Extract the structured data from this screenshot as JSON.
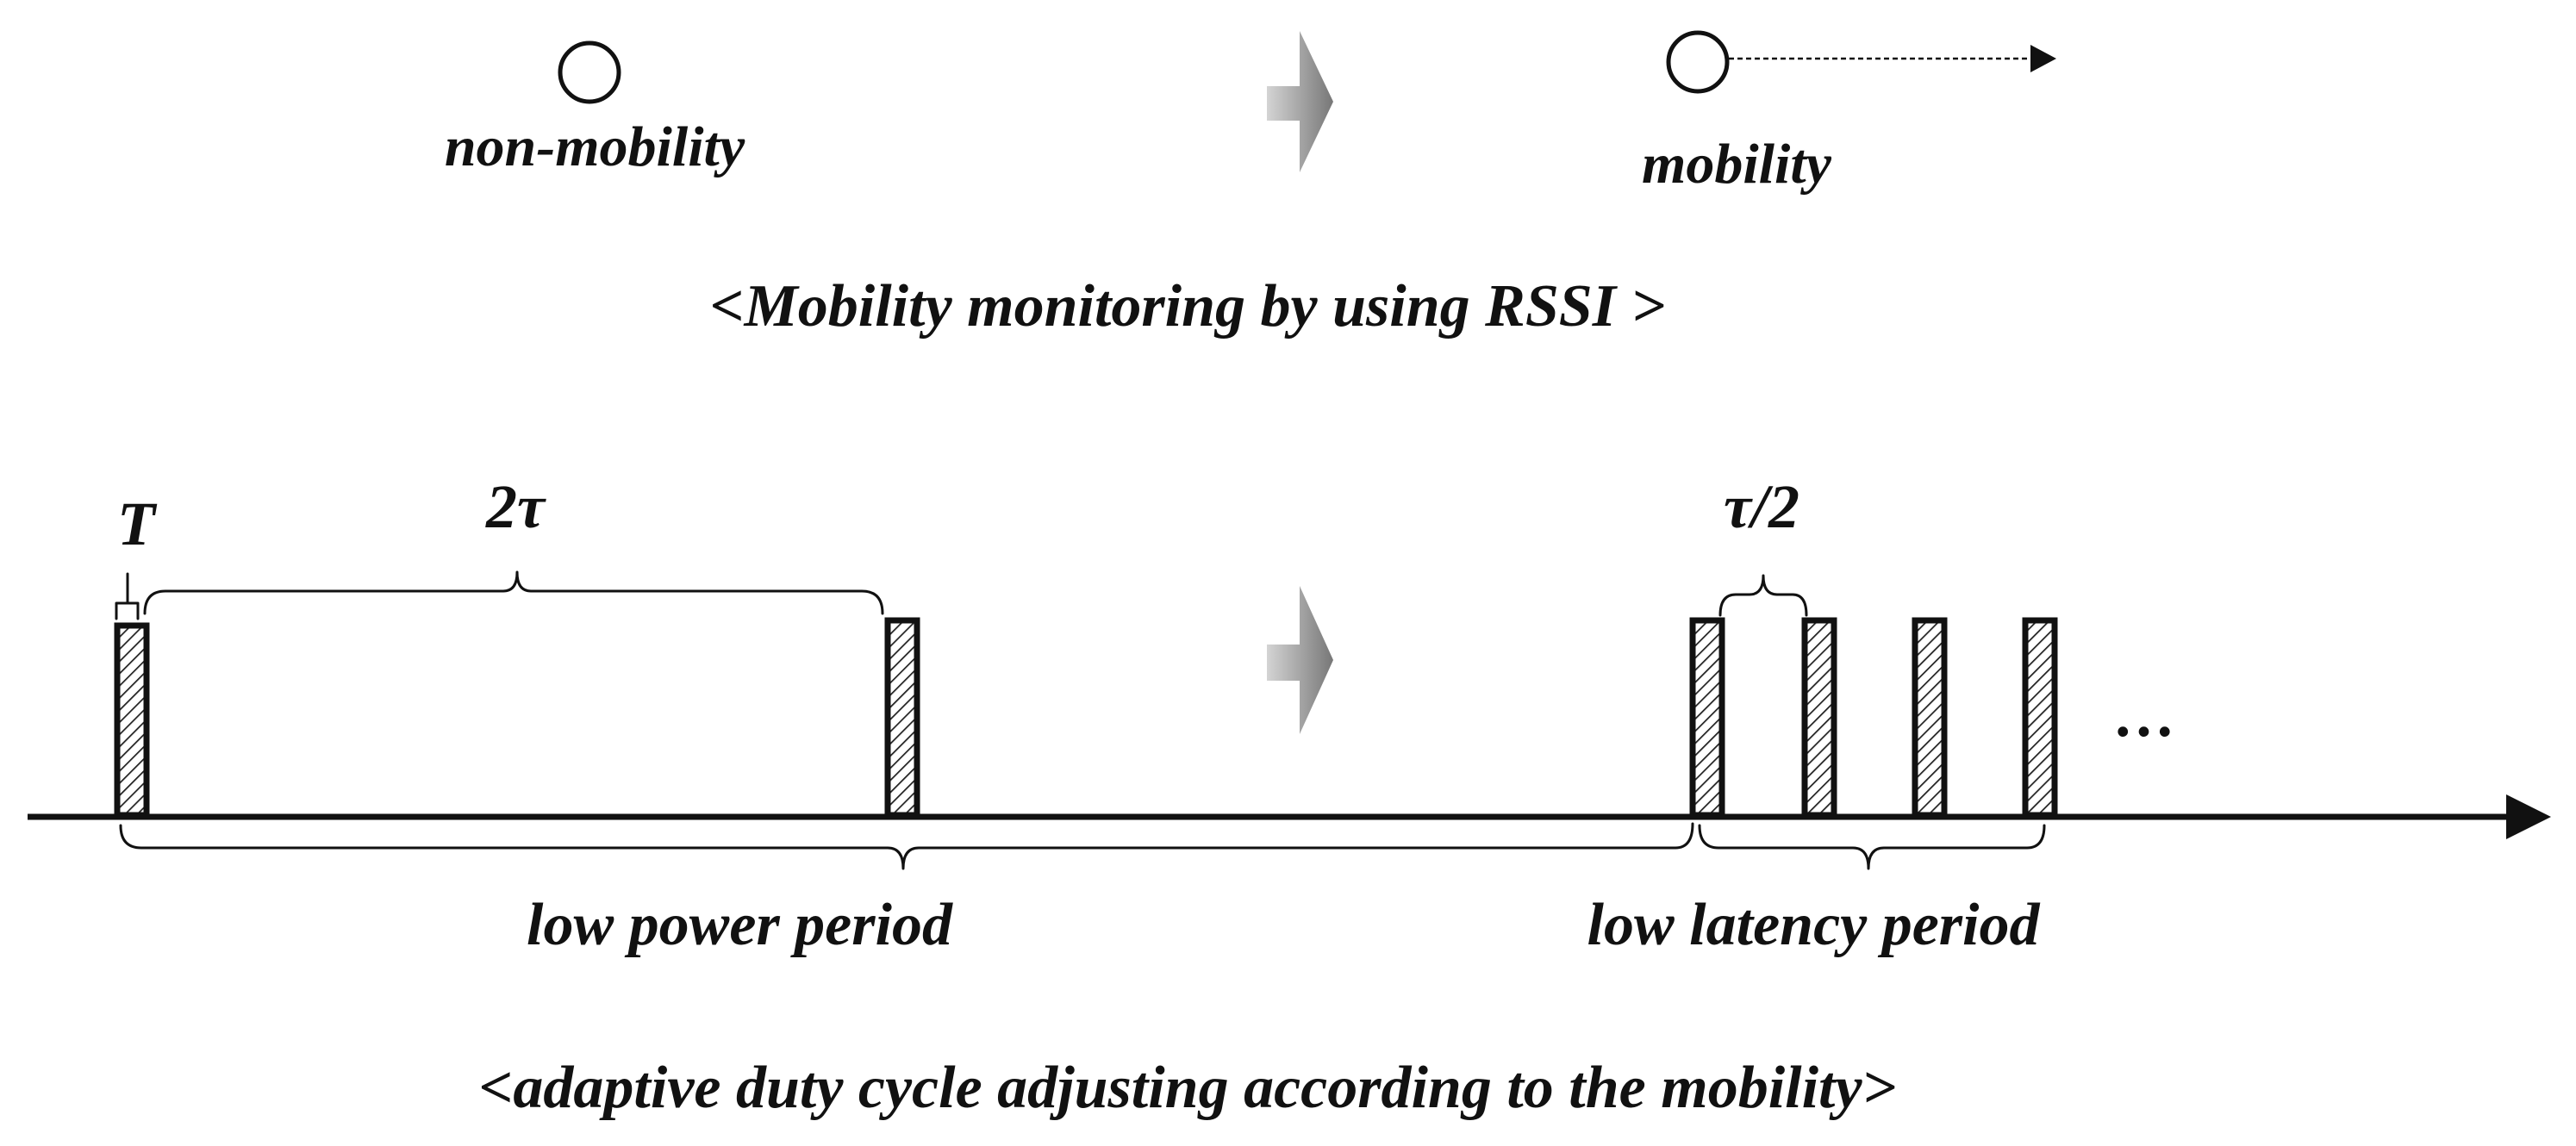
{
  "top": {
    "non_mobility_label": "non-mobility",
    "mobility_label": "mobility",
    "caption": "<Mobility monitoring by using RSSI >"
  },
  "bottom": {
    "period_T_label": "T",
    "period_2tau_label": "2τ",
    "period_tau_half_label": "τ/2",
    "low_power_label": "low power period",
    "low_latency_label": "low latency period",
    "ellipsis": "…",
    "caption": "<adaptive duty cycle adjusting according to the mobility>"
  },
  "colors": {
    "ink": "#111111",
    "arrow_light": "#d0d0d0",
    "arrow_dark": "#7a7a7a"
  }
}
